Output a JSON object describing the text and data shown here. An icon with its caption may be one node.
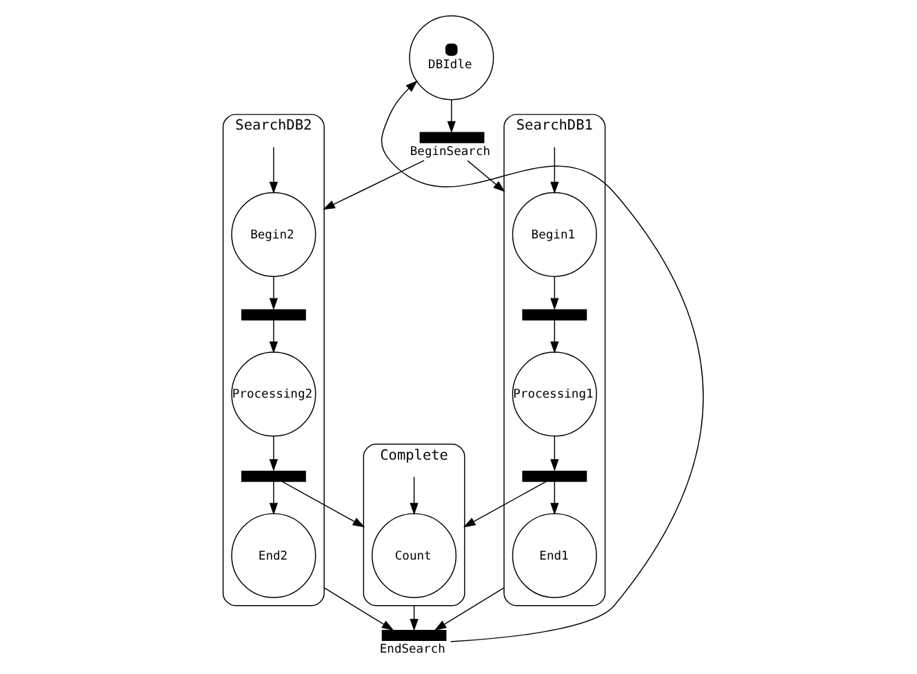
{
  "diagram": {
    "nodes": [
      {
        "text": [
          "DBIdle"
        ]
      },
      {
        "text": [
          "BeginSearch"
        ]
      },
      {
        "text": [
          "SearchDB1"
        ]
      },
      {
        "text": [
          "Begin1"
        ],
        "in": 2
      },
      {
        "text": [],
        "shape": "bar",
        "in": 2
      },
      {
        "text": [
          "Processing1"
        ],
        "in": 2
      },
      {
        "text": [],
        "shape": "bar",
        "in": 2
      },
      {
        "text": [
          "End1"
        ],
        "in": 2
      },
      {
        "text": [
          "Complete"
        ]
      },
      {
        "text": [
          "Count"
        ],
        "in": 8
      },
      {
        "text": [
          "SearchDB2"
        ]
      },
      {
        "text": [
          "Begin2"
        ],
        "in": 10
      },
      {
        "text": [],
        "shape": "bar",
        "in": 10
      },
      {
        "text": [
          "Processing2"
        ],
        "in": 10
      },
      {
        "text": [],
        "shape": "bar",
        "in": 10
      },
      {
        "text": [
          "End2"
        ],
        "in": 10
      },
      {
        "text": [
          "EndSearch"
        ]
      }
    ],
    "edges": [
      {
        "from": 0,
        "to": 1,
        "arrow": "to"
      },
      {
        "from": 1,
        "to": 2,
        "arrow": "to"
      },
      {
        "from": 1,
        "to": 10,
        "arrow": "to"
      },
      {
        "from": null,
        "to": 3,
        "arrow": "to"
      },
      {
        "from": 3,
        "to": 4,
        "arrow": "to"
      },
      {
        "from": 4,
        "to": 5,
        "arrow": "to"
      },
      {
        "from": 5,
        "to": 6,
        "arrow": "to"
      },
      {
        "from": 6,
        "to": 7,
        "arrow": "to"
      },
      {
        "from": 6,
        "to": 8,
        "arrow": "to"
      },
      {
        "from": null,
        "to": 9,
        "arrow": "to"
      },
      {
        "from": null,
        "to": 11,
        "arrow": "to"
      },
      {
        "from": 11,
        "to": 12,
        "arrow": "to"
      },
      {
        "from": 12,
        "to": 13,
        "arrow": "to"
      },
      {
        "from": 13,
        "to": 14,
        "arrow": "to"
      },
      {
        "from": 14,
        "to": 15,
        "arrow": "to"
      },
      {
        "from": 14,
        "to": 8,
        "arrow": "to"
      },
      {
        "from": 2,
        "to": 16,
        "arrow": "to"
      },
      {
        "from": 8,
        "to": 16,
        "arrow": "to"
      },
      {
        "from": 10,
        "to": 16,
        "arrow": "to"
      },
      {
        "from": 16,
        "to": 0,
        "arrow": "to"
      }
    ]
  }
}
